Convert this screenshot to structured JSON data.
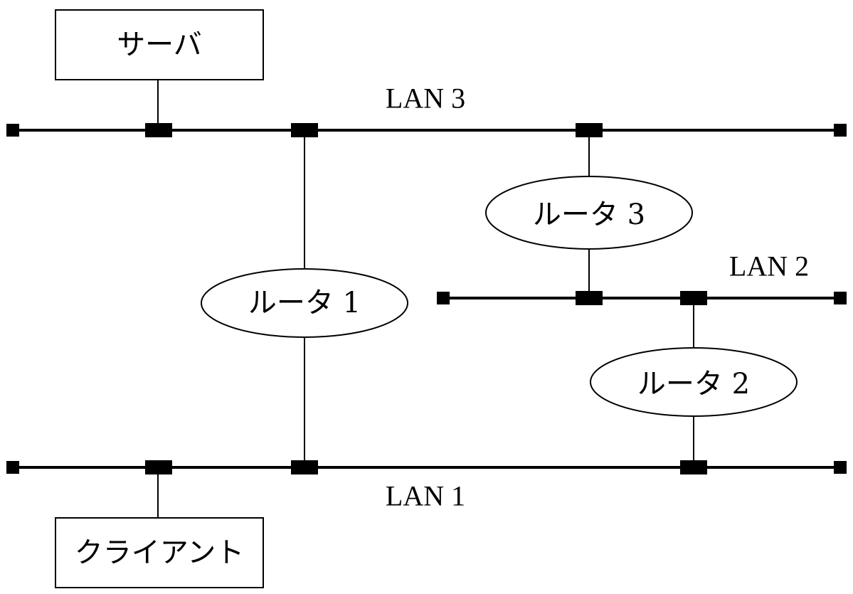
{
  "nodes": {
    "server": {
      "label": "サーバ"
    },
    "client": {
      "label": "クライアント"
    }
  },
  "routers": [
    {
      "label": "ルータ 1"
    },
    {
      "label": "ルータ 2"
    },
    {
      "label": "ルータ 3"
    }
  ],
  "lans": {
    "lan1": {
      "label": "LAN 1"
    },
    "lan2": {
      "label": "LAN 2"
    },
    "lan3": {
      "label": "LAN 3"
    }
  }
}
